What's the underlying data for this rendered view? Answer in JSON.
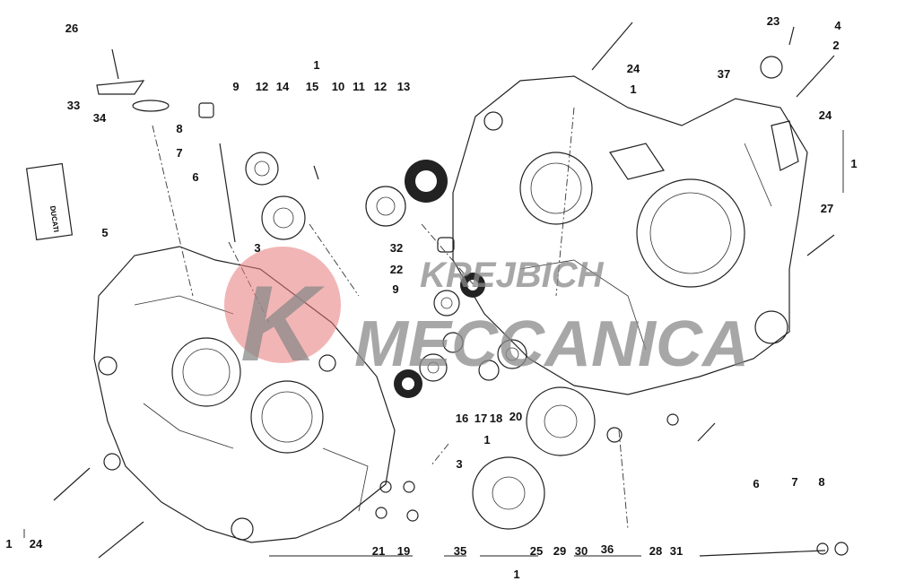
{
  "diagram": {
    "title": "Crankcase halves exploded parts diagram",
    "watermark": {
      "line1": "KREJBICH",
      "line2": "MECCANICA",
      "badge_letter": "K",
      "badge_color": "#e87878"
    },
    "tube_label": "DUCATI",
    "callouts": [
      "26",
      "33",
      "34",
      "5",
      "8",
      "7",
      "6",
      "9",
      "12",
      "14",
      "1",
      "15",
      "10",
      "11",
      "12",
      "13",
      "3",
      "32",
      "22",
      "9",
      "16",
      "17",
      "18",
      "20",
      "1",
      "3",
      "24",
      "1",
      "23",
      "4",
      "2",
      "37",
      "24",
      "1",
      "27",
      "6",
      "7",
      "8",
      "21",
      "19",
      "35",
      "25",
      "29",
      "30",
      "36",
      "28",
      "31",
      "1",
      "1",
      "24"
    ]
  }
}
